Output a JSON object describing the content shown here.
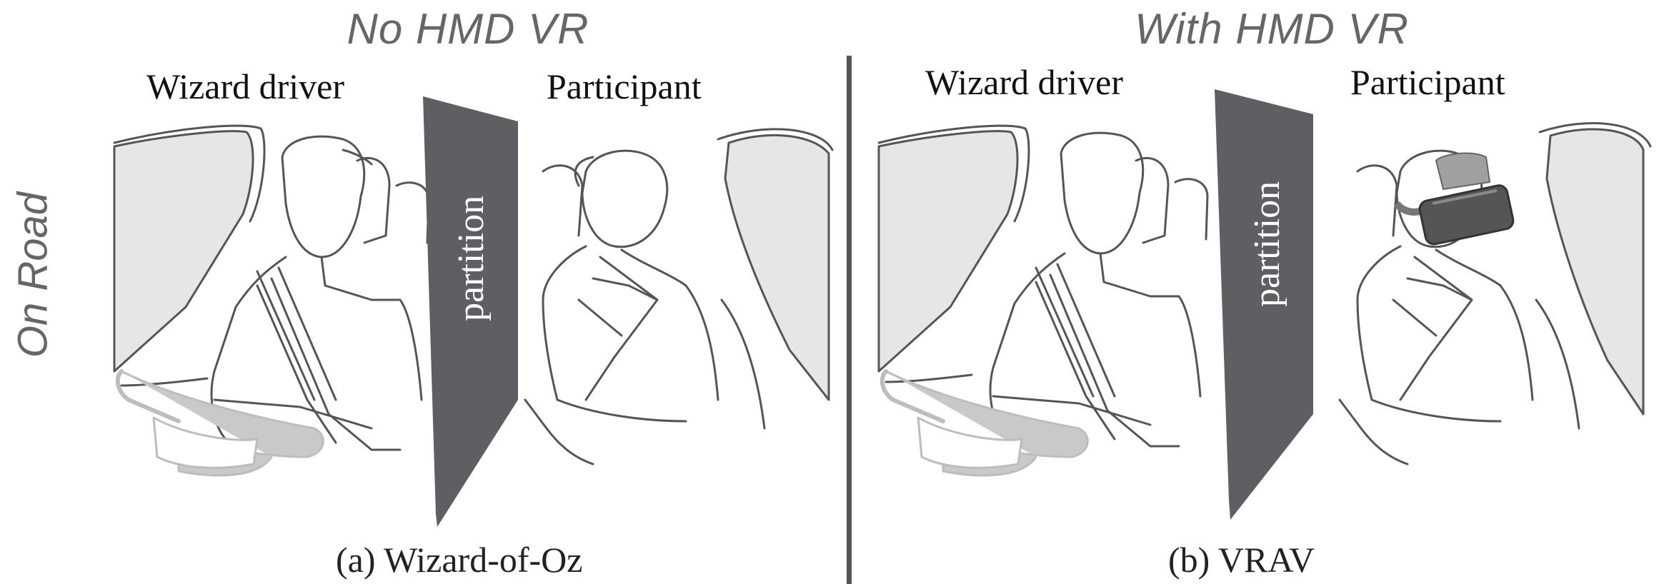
{
  "headers": {
    "left": "No HMD VR",
    "right": "With HMD VR"
  },
  "side_label": "On Road",
  "panels": [
    {
      "driver_label": "Wizard driver",
      "participant_label": "Participant",
      "partition_label": "partition",
      "caption": "(a) Wizard-of-Oz",
      "has_headset": false
    },
    {
      "driver_label": "Wizard driver",
      "participant_label": "Participant",
      "partition_label": "partition",
      "caption": "(b) VRAV",
      "has_headset": true
    }
  ],
  "colors": {
    "partition": "#5f5f63",
    "header_text": "#666666",
    "line": "#555555",
    "window_fill": "#e6e6e6",
    "steering": "#c9c9c9",
    "headset": "#555555"
  }
}
